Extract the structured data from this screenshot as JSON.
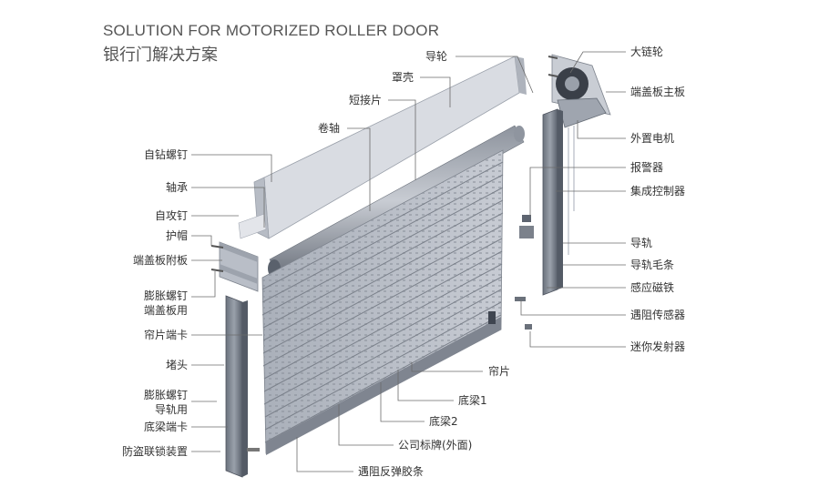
{
  "title_en": "SOLUTION FOR MOTORIZED ROLLER DOOR",
  "title_cn": "银行门解决方案",
  "labels": {
    "daolun": "导轮",
    "zhaoke": "罩壳",
    "duanjiepian": "短接片",
    "juanzhou": "卷轴",
    "zizuanluoding": "自钻螺钉",
    "zhoucheng": "轴承",
    "zigongding": "自攻钉",
    "humao": "护帽",
    "duangaibanfuban": "端盖板附板",
    "pengzhangluoding1": "膨胀螺钉",
    "duangaibanyong": "端盖板用",
    "lianpianduanka": "帘片端卡",
    "dutou": "堵头",
    "pengzhangluoding2": "膨胀螺钉",
    "daoguiyong": "导轨用",
    "diliangduanka": "底梁端卡",
    "fangdaolian": "防盗联锁装置",
    "dalianlun": "大链轮",
    "duangaibanzhuban": "端盖板主板",
    "waizhidianji": "外置电机",
    "baojingqi": "报警器",
    "jichengkongzhiqi": "集成控制器",
    "daogui": "导轨",
    "daoguimaotiao": "导轨毛条",
    "ganyingcitie": "感应磁铁",
    "yuzuchuanganqi": "遇阻传感器",
    "mini": "迷你发射器",
    "lianpian": "帘片",
    "diliang1": "底梁1",
    "diliang2": "底梁2",
    "gongsibiaopai": "公司标牌(外面)",
    "yuzufantan": "遇阻反弹胶条"
  },
  "colors": {
    "metal_light": "#c4c8d0",
    "metal_mid": "#9aa0aa",
    "metal_dark": "#5d6470",
    "leader": "#6b6b6b"
  }
}
